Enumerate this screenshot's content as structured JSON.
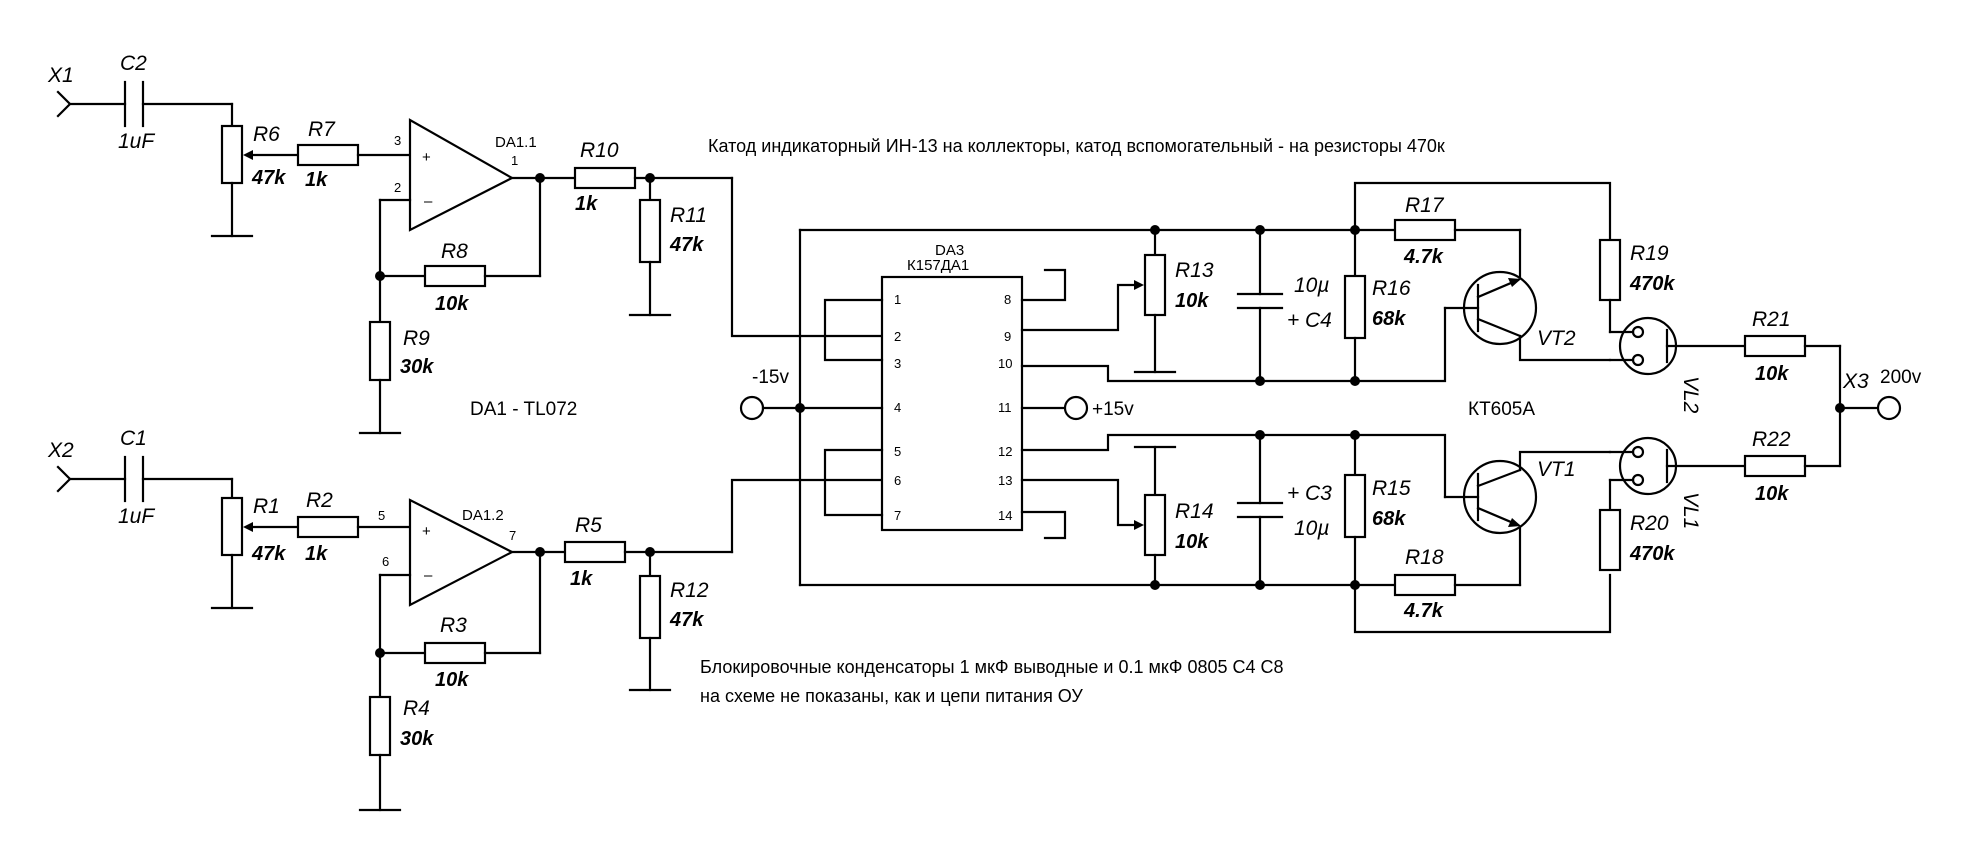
{
  "notes": {
    "top": "Катод индикаторный ИН-13 на коллекторы, катод вспомогательный - на резисторы 470к",
    "bottom_line1": "Блокировочные конденсаторы 1 мкФ выводные и 0.1 мкФ 0805 С4 С8",
    "bottom_line2": "на схеме не показаны, как и цепи питания ОУ",
    "opamp_type": "DA1 - TL072",
    "transistor_type": "КТ605А"
  },
  "connectors": {
    "x1": "X1",
    "x2": "X2",
    "x3": "X3",
    "hv": "200v",
    "neg": "-15v",
    "pos": "+15v"
  },
  "components": {
    "c2": {
      "ref": "C2",
      "val": "1uF"
    },
    "c1": {
      "ref": "C1",
      "val": "1uF"
    },
    "r6": {
      "ref": "R6",
      "val": "47k"
    },
    "r1": {
      "ref": "R1",
      "val": "47k"
    },
    "r7": {
      "ref": "R7",
      "val": "1k"
    },
    "r2": {
      "ref": "R2",
      "val": "1k"
    },
    "r8": {
      "ref": "R8",
      "val": "10k"
    },
    "r3": {
      "ref": "R3",
      "val": "10k"
    },
    "r9": {
      "ref": "R9",
      "val": "30k"
    },
    "r4": {
      "ref": "R4",
      "val": "30k"
    },
    "r10": {
      "ref": "R10",
      "val": "1k"
    },
    "r5": {
      "ref": "R5",
      "val": "1k"
    },
    "r11": {
      "ref": "R11",
      "val": "47k"
    },
    "r12": {
      "ref": "R12",
      "val": "47k"
    },
    "r13": {
      "ref": "R13",
      "val": "10k"
    },
    "r14": {
      "ref": "R14",
      "val": "10k"
    },
    "c4": {
      "ref": "C4",
      "val": "10µ"
    },
    "c3": {
      "ref": "C3",
      "val": "10µ"
    },
    "r16": {
      "ref": "R16",
      "val": "68k"
    },
    "r15": {
      "ref": "R15",
      "val": "68k"
    },
    "r17": {
      "ref": "R17",
      "val": "4.7k"
    },
    "r18": {
      "ref": "R18",
      "val": "4.7k"
    },
    "r19": {
      "ref": "R19",
      "val": "470k"
    },
    "r20": {
      "ref": "R20",
      "val": "470k"
    },
    "r21": {
      "ref": "R21",
      "val": "10k"
    },
    "r22": {
      "ref": "R22",
      "val": "10k"
    },
    "vt1": {
      "ref": "VT1"
    },
    "vt2": {
      "ref": "VT2"
    },
    "vl1": {
      "ref": "VL1"
    },
    "vl2": {
      "ref": "VL2"
    },
    "da11": {
      "ref": "DA1.1"
    },
    "da12": {
      "ref": "DA1.2"
    },
    "da3": {
      "ref": "DA3",
      "type": "К157ДА1"
    }
  },
  "pins": {
    "da11": {
      "plus": "3",
      "minus": "2",
      "out": "1"
    },
    "da12": {
      "plus": "5",
      "minus": "6",
      "out": "7"
    },
    "da3_left": [
      "1",
      "2",
      "3",
      "4",
      "5",
      "6",
      "7"
    ],
    "da3_right": [
      "8",
      "9",
      "10",
      "11",
      "12",
      "13",
      "14"
    ]
  },
  "polarity": {
    "plus": "+",
    "minus": "–"
  }
}
